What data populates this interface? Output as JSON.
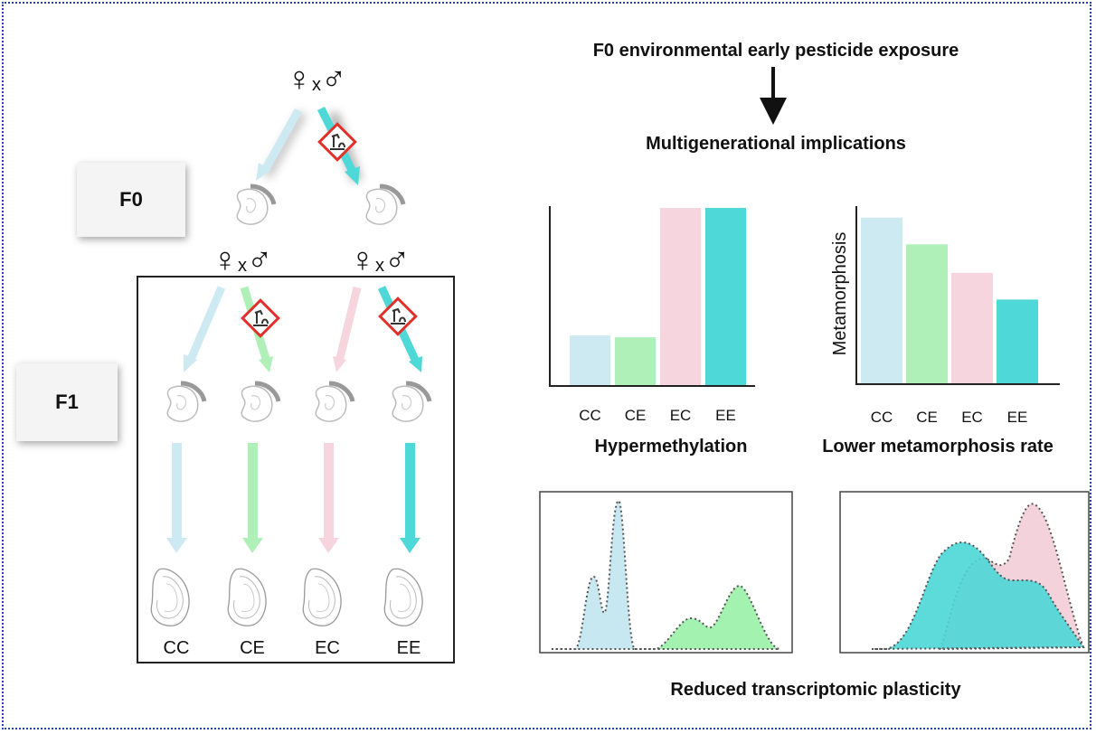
{
  "generations": {
    "f0": "F0",
    "f1": "F1"
  },
  "cross_symbol": {
    "female": "♀",
    "x": "x",
    "male": "♂"
  },
  "groups": [
    "CC",
    "CE",
    "EC",
    "EE"
  ],
  "colors": {
    "CC": "#cdeaf3",
    "CE": "#aef0b8",
    "EC": "#f6d5de",
    "EE": "#4ed8d8",
    "hazard": "#e0302a",
    "border": "#2b3fb0"
  },
  "header": {
    "exposure": "F0 environmental early pesticide exposure",
    "implications": "Multigenerational implications"
  },
  "methylation_chart": {
    "caption": "Hypermethylation",
    "categories": [
      "CC",
      "CE",
      "EC",
      "EE"
    ],
    "relative_values": [
      0.28,
      0.27,
      1.0,
      1.0
    ]
  },
  "metamorphosis_chart": {
    "caption": "Lower metamorphosis rate",
    "ylabel": "Metamorphosis",
    "categories": [
      "CC",
      "CE",
      "EC",
      "EE"
    ],
    "relative_values": [
      0.93,
      0.78,
      0.62,
      0.47
    ]
  },
  "transcriptomic": {
    "caption": "Reduced transcriptomic plasticity"
  },
  "icons": [
    "hazard-environment-icon",
    "larva-icon",
    "oyster-icon",
    "arrow-down-icon"
  ]
}
